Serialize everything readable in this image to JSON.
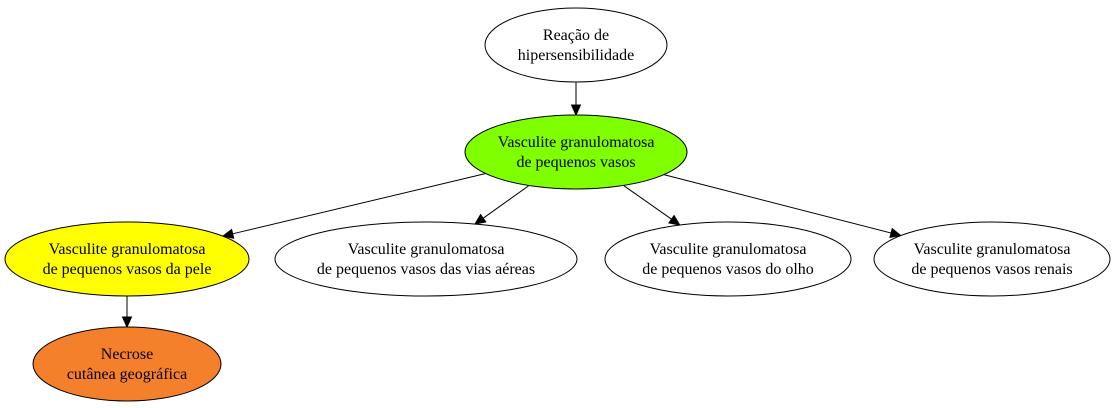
{
  "nodes": [
    {
      "id": "reacao",
      "name": "node-reacao-hipersensibilidade",
      "lines": [
        "Reação de",
        "hipersensibilidade"
      ],
      "fill": "#ffffff"
    },
    {
      "id": "vasculite",
      "name": "node-vasculite-pequenos-vasos",
      "lines": [
        "Vasculite granulomatosa",
        "de pequenos vasos"
      ],
      "fill": "#7fff00"
    },
    {
      "id": "pele",
      "name": "node-vasculite-pele",
      "lines": [
        "Vasculite granulomatosa",
        "de pequenos vasos da pele"
      ],
      "fill": "#ffff00"
    },
    {
      "id": "vias",
      "name": "node-vasculite-vias-aereas",
      "lines": [
        "Vasculite granulomatosa",
        "de pequenos vasos das vias aéreas"
      ],
      "fill": "#ffffff"
    },
    {
      "id": "olho",
      "name": "node-vasculite-olho",
      "lines": [
        "Vasculite granulomatosa",
        "de pequenos vasos do olho"
      ],
      "fill": "#ffffff"
    },
    {
      "id": "renais",
      "name": "node-vasculite-renais",
      "lines": [
        "Vasculite granulomatosa",
        "de pequenos vasos renais"
      ],
      "fill": "#ffffff"
    },
    {
      "id": "necrose",
      "name": "node-necrose-cutanea",
      "lines": [
        "Necrose",
        "cutânea geográfica"
      ],
      "fill": "#f4802c"
    }
  ],
  "edges": [
    {
      "from": "reacao",
      "to": "vasculite"
    },
    {
      "from": "vasculite",
      "to": "pele"
    },
    {
      "from": "vasculite",
      "to": "vias"
    },
    {
      "from": "vasculite",
      "to": "olho"
    },
    {
      "from": "vasculite",
      "to": "renais"
    },
    {
      "from": "pele",
      "to": "necrose"
    }
  ]
}
